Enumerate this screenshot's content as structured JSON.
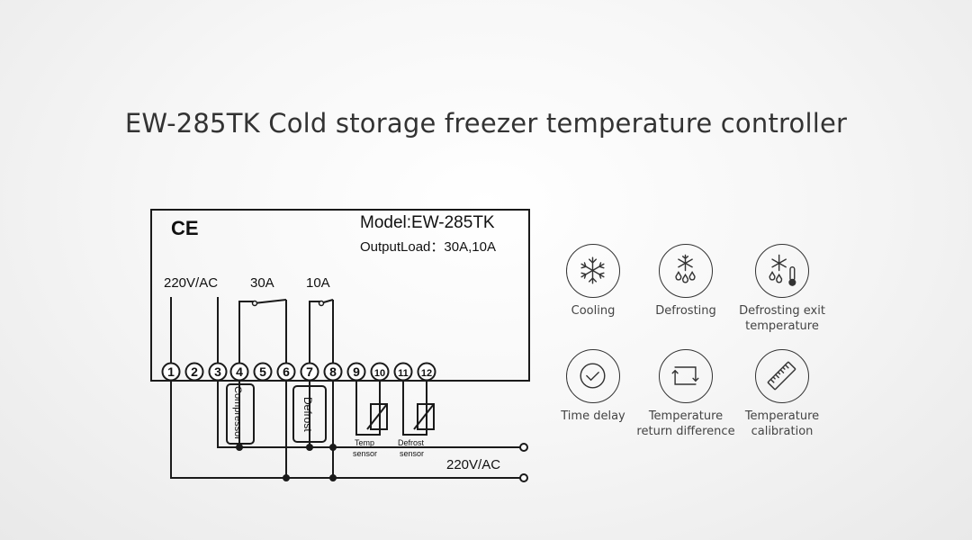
{
  "title": "EW-285TK  Cold storage freezer temperature controller",
  "diagram": {
    "ce_mark": "CE",
    "model": "Model:EW-285TK",
    "output_load": "OutputLoad：30A,10A",
    "supply_label": "220V/AC",
    "relay1_rating": "30A",
    "relay2_rating": "10A",
    "terminals": [
      "1",
      "2",
      "3",
      "4",
      "5",
      "6",
      "7",
      "8",
      "9",
      "10",
      "11",
      "12"
    ],
    "compressor": "Compressor",
    "defrost": "Defrost",
    "temp_sensor": [
      "Temp",
      "sensor"
    ],
    "defrost_sensor": [
      "Defrost",
      "sensor"
    ],
    "mains_label": "220V/AC"
  },
  "features": [
    {
      "icon": "snowflake-icon",
      "label": "Cooling"
    },
    {
      "icon": "defrost-icon",
      "label": "Defrosting"
    },
    {
      "icon": "defrost-exit-temp-icon",
      "label": "Defrosting exit\ntemperature"
    },
    {
      "icon": "clock-icon",
      "label": "Time delay"
    },
    {
      "icon": "return-difference-icon",
      "label": "Temperature\nreturn difference"
    },
    {
      "icon": "ruler-icon",
      "label": "Temperature\ncalibration"
    }
  ],
  "colors": {
    "line": "#1a1a1a",
    "text": "#333333",
    "label": "#444444"
  }
}
